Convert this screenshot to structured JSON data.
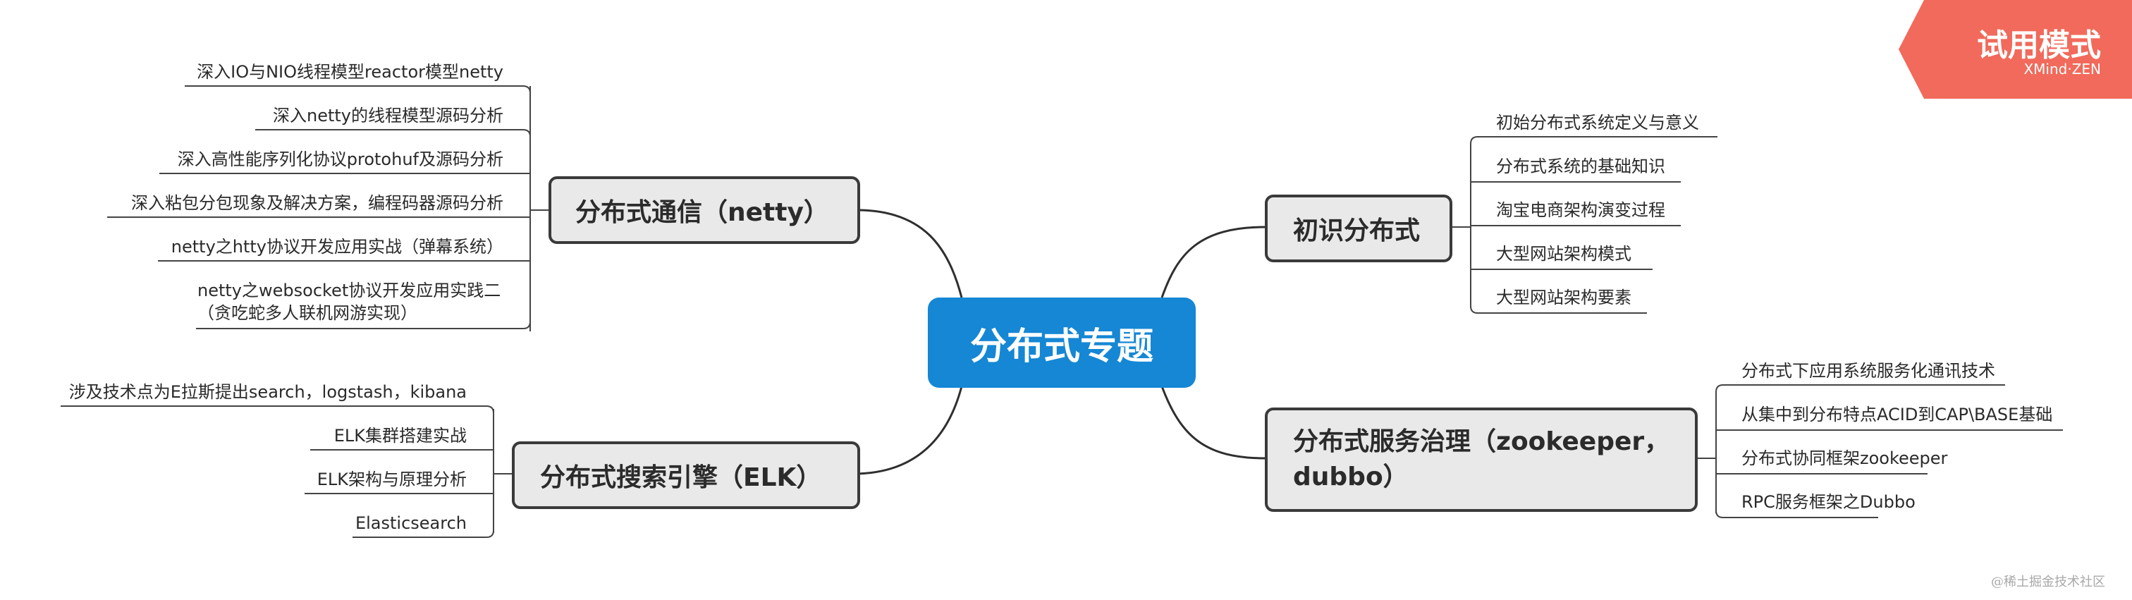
{
  "mindmap": {
    "center": "分布式专题",
    "branches": {
      "netty": {
        "title": "分布式通信（netty）",
        "leaves": [
          "深入IO与NIO线程模型reactor模型netty",
          "深入netty的线程模型源码分析",
          "深入高性能序列化协议protohuf及源码分析",
          "深入粘包分包现象及解决方案，编程码器源码分析",
          "netty之htty协议开发应用实战（弹幕系统）",
          "netty之websocket协议开发应用实践二",
          "（贪吃蛇多人联机网游实现）"
        ]
      },
      "elk": {
        "title": "分布式搜索引擎（ELK）",
        "leaves": [
          "涉及技术点为E拉斯提出search，logstash，kibana",
          "ELK集群搭建实战",
          "ELK架构与原理分析",
          "Elasticsearch"
        ]
      },
      "intro": {
        "title": "初识分布式",
        "leaves": [
          "初始分布式系统定义与意义",
          "分布式系统的基础知识",
          "淘宝电商架构演变过程",
          "大型网站架构模式",
          "大型网站架构要素"
        ]
      },
      "governance": {
        "title_line1": "分布式服务治理（zookeeper，",
        "title_line2": "dubbo）",
        "leaves": [
          "分布式下应用系统服务化通讯技术",
          "从集中到分布特点ACID到CAP\\BASE基础",
          "分布式协同框架zookeeper",
          "RPC服务框架之Dubbo"
        ]
      }
    }
  },
  "badge": {
    "title": "试用模式",
    "subtitle": "XMind·ZEN"
  },
  "watermark": "@稀土掘金技术社区",
  "colors": {
    "center_bg": "#1587d4",
    "box_bg": "#e9e9e9",
    "box_border": "#3a3a3a",
    "badge_bg": "#f16a5b"
  }
}
